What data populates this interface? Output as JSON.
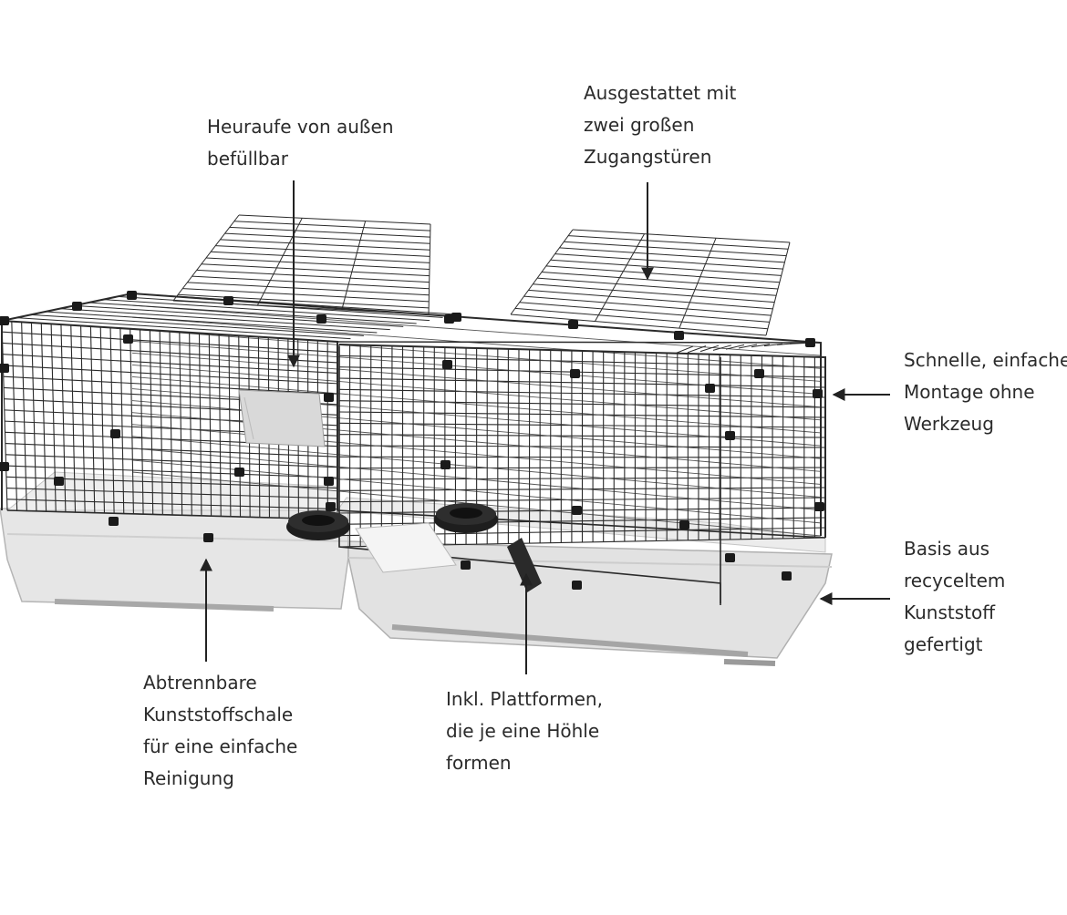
{
  "annotations": {
    "hay_rack": [
      "Heuraufe von außen",
      "befüllbar"
    ],
    "access_doors": [
      "Ausgestattet mit",
      "zwei großen",
      "Zugangstüren"
    ],
    "quick_assembly": [
      "Schnelle, einfache",
      "Montage ohne",
      "Werkzeug"
    ],
    "recycled_base": [
      "Basis aus",
      "recyceltem",
      "Kunststoff",
      "gefertigt"
    ],
    "removable_tray": [
      "Abtrennbare",
      "Kunststoffschale",
      "für eine einfache",
      "Reinigung"
    ],
    "platforms": [
      "Inkl. Plattformen,",
      "die je eine Höhle",
      "formen"
    ]
  },
  "colors": {
    "wire": "#2a2a2a",
    "tray_light": "#e4e4e4",
    "tray_shadow": "#c9c9c9",
    "tray_foot": "#a9a9a9",
    "clip": "#1a1a1a",
    "text": "#2b2b2b"
  }
}
